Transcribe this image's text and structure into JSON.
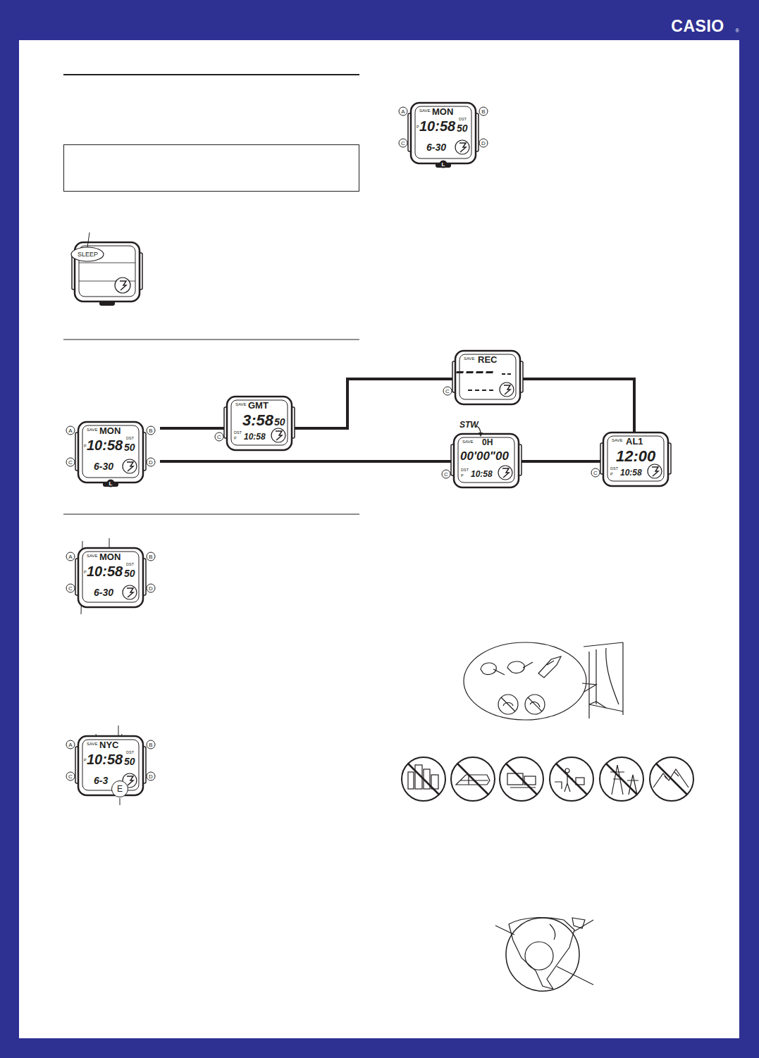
{
  "diagram": {
    "nodes": [
      {
        "text": [
          "SLEEP"
        ]
      },
      {
        "text": [
          "SAVE",
          "MON",
          "P",
          "10:58",
          "50",
          "DST",
          "6-30"
        ]
      },
      {
        "text": [
          "SAVE",
          "GMT",
          "3:58",
          "50",
          "DST",
          "P",
          "10:58"
        ]
      },
      {
        "text": [
          "SAVE",
          "REC"
        ]
      },
      {
        "text": [
          "STW",
          "SAVE",
          "0H",
          "00'00\"00",
          "DST",
          "P",
          "10:58"
        ]
      },
      {
        "text": [
          "SAVE",
          "AL1",
          "12:00",
          "DST",
          "P",
          "10:58"
        ]
      },
      {
        "text": [
          "SAVE",
          "MON",
          "P",
          "10:58",
          "50",
          "DST",
          "6-30"
        ]
      },
      {
        "text": [
          "SAVE",
          "NYC",
          "P",
          "10:58",
          "50",
          "DST",
          "6-3"
        ]
      },
      {
        "text": [
          "SAVE",
          "MON",
          "P",
          "10:58",
          "50",
          "DST",
          "6-30"
        ]
      }
    ],
    "edges": [
      {
        "from": 1,
        "to": 2,
        "arrow": "none"
      },
      {
        "from": 2,
        "to": 3,
        "arrow": "none"
      },
      {
        "from": 3,
        "to": 5,
        "arrow": "none"
      },
      {
        "from": 1,
        "to": 4,
        "arrow": "none"
      },
      {
        "from": 4,
        "to": 5,
        "arrow": "none"
      }
    ],
    "labels": [
      "CASIO",
      "®",
      "A",
      "B",
      "C",
      "D",
      "L",
      "C",
      "C",
      "C",
      "C",
      "A",
      "B",
      "C",
      "D",
      "A",
      "B",
      "C",
      "D",
      "E",
      "A",
      "B",
      "C",
      "D",
      "L"
    ]
  }
}
